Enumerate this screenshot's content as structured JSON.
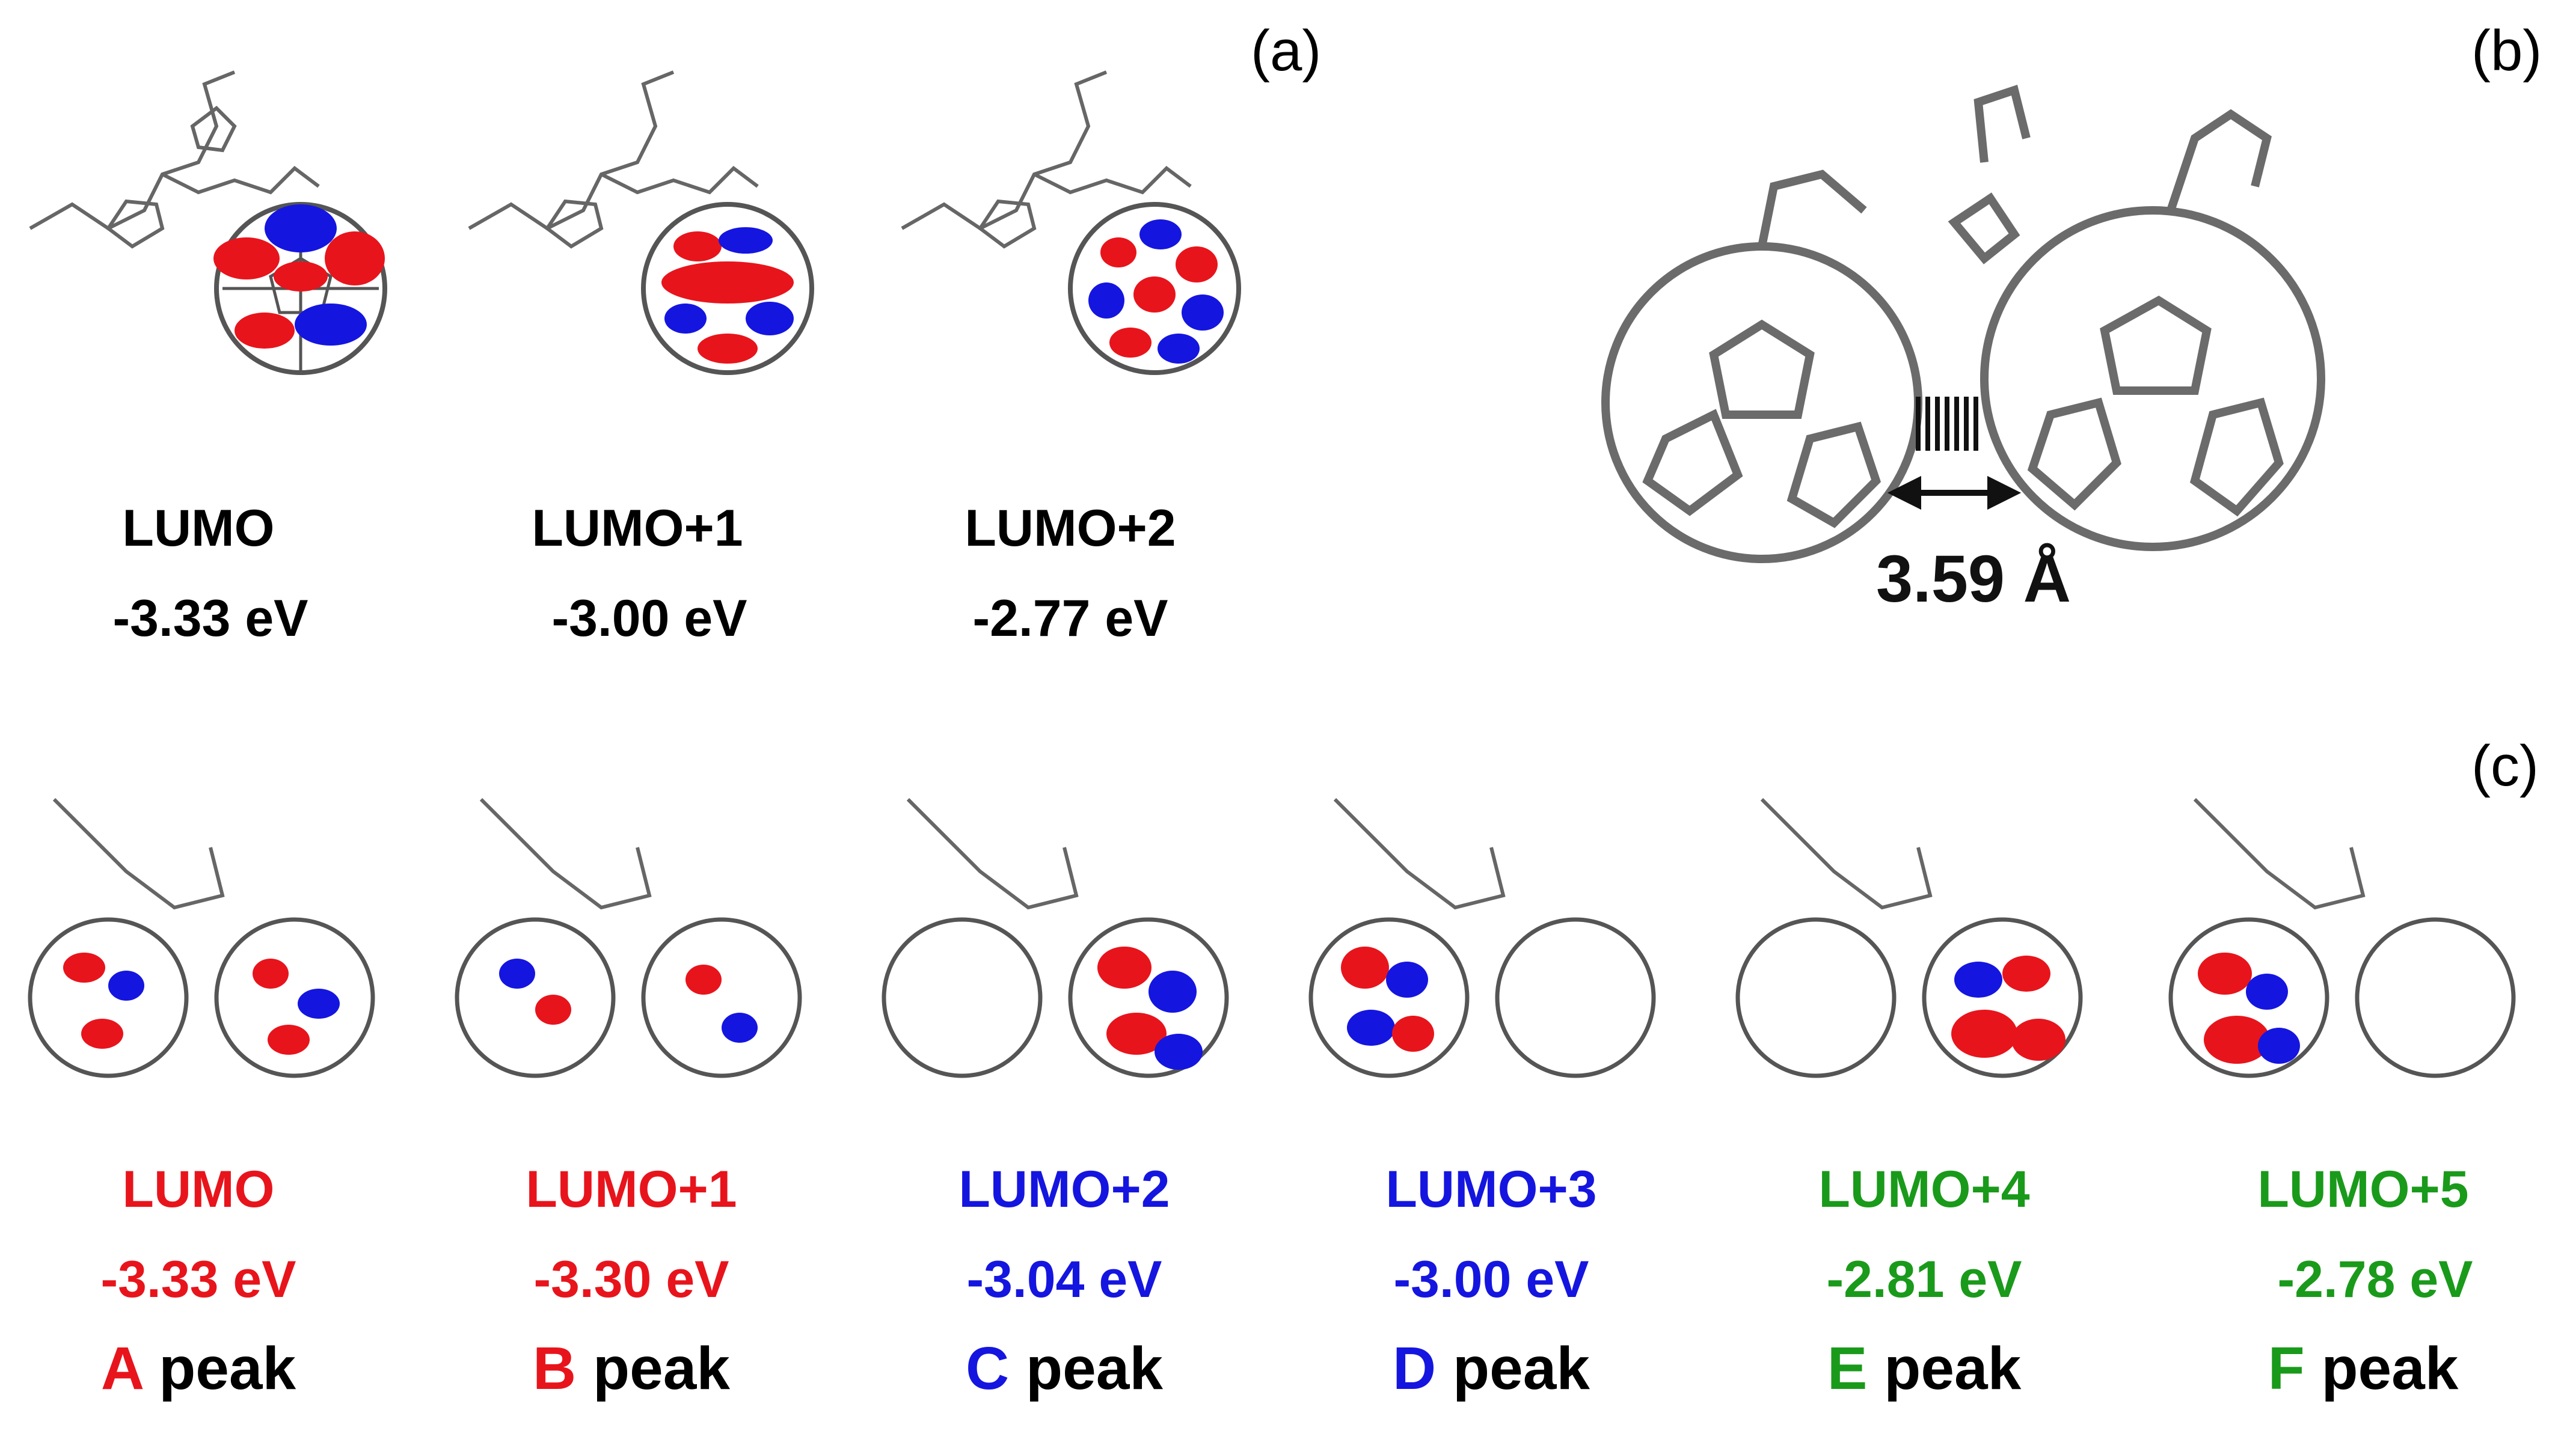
{
  "panels": {
    "a": "(a)",
    "b": "(b)",
    "c": "(c)"
  },
  "colors": {
    "red": "#e8141c",
    "blue": "#1515e0",
    "green": "#1a9a1a",
    "black": "#000000",
    "frame": "#555555"
  },
  "panel_a": [
    {
      "name": "LUMO",
      "energy": "-3.33 eV"
    },
    {
      "name": "LUMO+1",
      "energy": "-3.00 eV"
    },
    {
      "name": "LUMO+2",
      "energy": "-2.77 eV"
    }
  ],
  "panel_b": {
    "distance": "3.59 Å"
  },
  "panel_c": [
    {
      "name": "LUMO",
      "energy": "-3.33 eV",
      "peak_letter": "A",
      "peak_word": "peak",
      "color": "#e8141c"
    },
    {
      "name": "LUMO+1",
      "energy": "-3.30 eV",
      "peak_letter": "B",
      "peak_word": "peak",
      "color": "#e8141c"
    },
    {
      "name": "LUMO+2",
      "energy": "-3.04 eV",
      "peak_letter": "C",
      "peak_word": "peak",
      "color": "#1515e0"
    },
    {
      "name": "LUMO+3",
      "energy": "-3.00 eV",
      "peak_letter": "D",
      "peak_word": "peak",
      "color": "#1515e0"
    },
    {
      "name": "LUMO+4",
      "energy": "-2.81 eV",
      "peak_letter": "E",
      "peak_word": "peak",
      "color": "#1a9a1a"
    },
    {
      "name": "LUMO+5",
      "energy": "-2.78 eV",
      "peak_letter": "F",
      "peak_word": "peak",
      "color": "#1a9a1a"
    }
  ]
}
